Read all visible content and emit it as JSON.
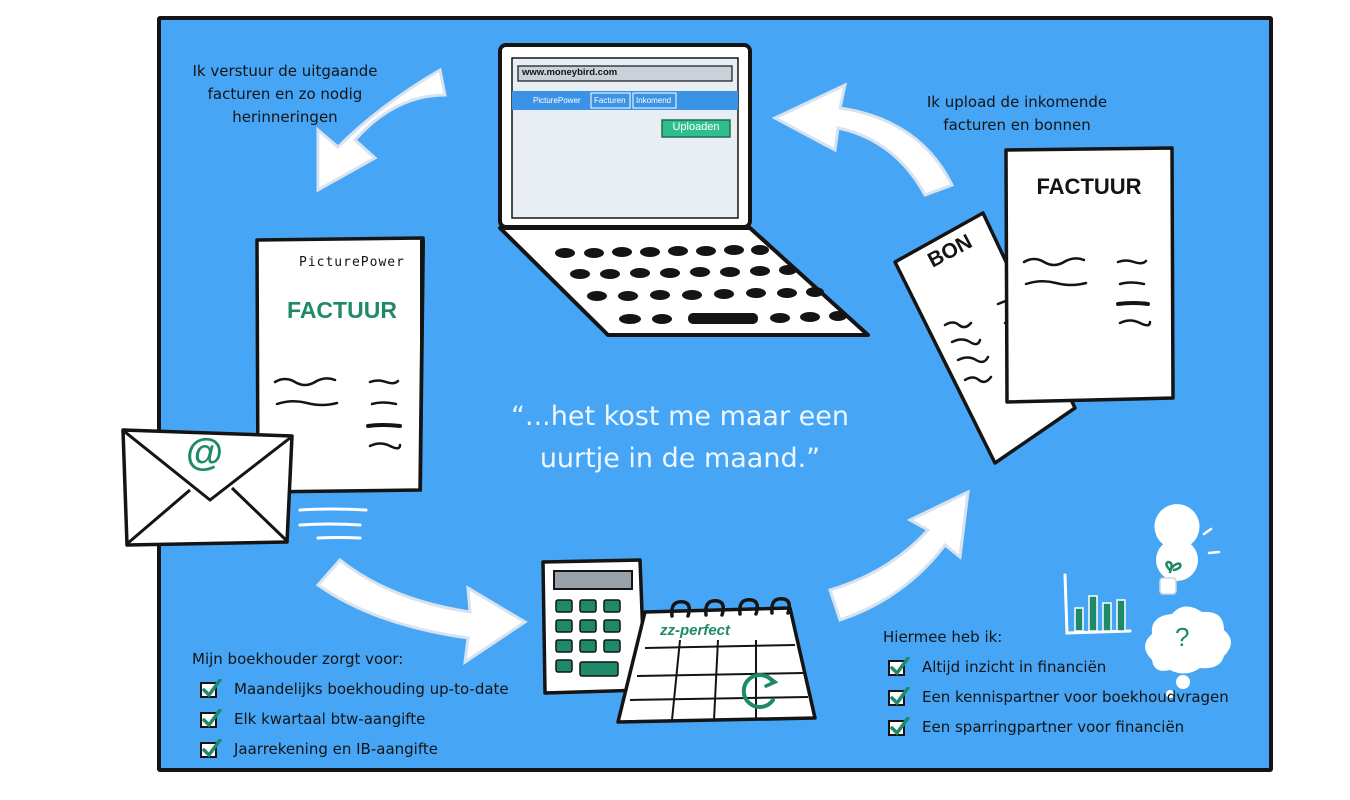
{
  "captions": {
    "outgoing": [
      "Ik verstuur de uitgaande",
      "facturen en zo nodig",
      "herinneringen"
    ],
    "incoming": [
      "Ik upload de inkomende",
      "facturen en bonnen"
    ]
  },
  "quote": [
    "“...het kost me maar een",
    "uurtje in de maand.”"
  ],
  "laptop": {
    "url": "www.moneybird.com",
    "tabs": [
      "PicturePower",
      "Facturen",
      "Inkomend"
    ],
    "upload_button": "Uploaden"
  },
  "invoice_left": {
    "brand": "PicturePower",
    "title": "FACTUUR"
  },
  "invoice_right": {
    "title": "FACTUUR"
  },
  "receipt": {
    "title": "BON"
  },
  "email_symbol": "@",
  "calendar_brand": "zz-perfect",
  "boekhouder": {
    "heading": "Mijn boekhouder zorgt voor:",
    "items": [
      "Maandelijks boekhouding up-to-date",
      "Elk kwartaal btw-aangifte",
      "Jaarrekening en IB-aangifte"
    ]
  },
  "benefits": {
    "heading": "Hiermee heb ik:",
    "items": [
      "Altijd inzicht in financiën",
      "Een kennispartner voor boekhoudvragen",
      "Een sparringpartner voor financiën"
    ]
  },
  "question_mark": "?",
  "colors": {
    "background": "#46a6f5",
    "accent_green": "#1f8a6a",
    "ink": "#141414",
    "white": "#ffffff"
  }
}
